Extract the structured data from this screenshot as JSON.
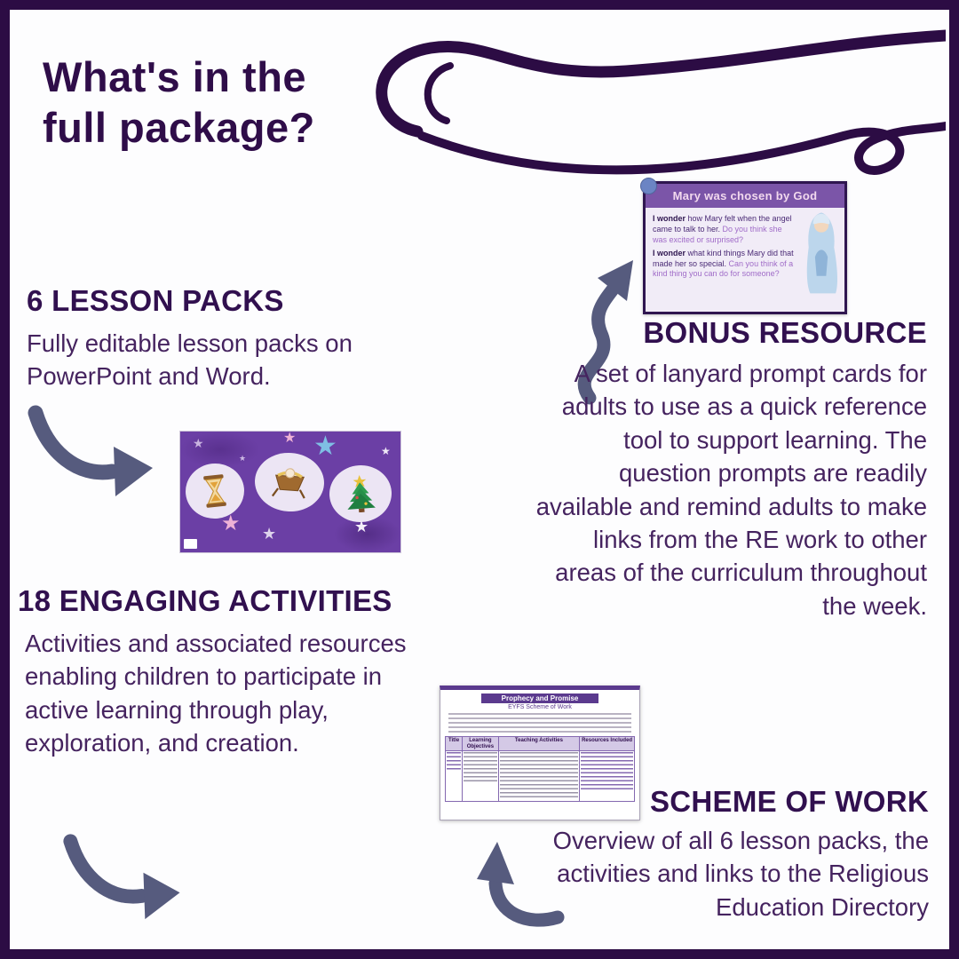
{
  "page": {
    "title_line1": "What's in the",
    "title_line2": "full package?"
  },
  "sections": {
    "lesson_packs": {
      "heading": "6 LESSON PACKS",
      "body": "Fully editable lesson packs on PowerPoint and Word."
    },
    "activities": {
      "heading": "18 ENGAGING ACTIVITIES",
      "body": "Activities and associated resources enabling children to participate in active learning through play, exploration, and creation."
    },
    "bonus": {
      "heading": "BONUS RESOURCE",
      "body": "A set of lanyard prompt cards for adults to use as a quick reference tool to support learning. The question prompts are readily available and remind adults to make links from the RE work to other areas of the curriculum throughout the week."
    },
    "scheme": {
      "heading": "SCHEME OF WORK",
      "body": "Overview of all 6 lesson packs, the activities and links to the Religious Education Directory"
    }
  },
  "lanyard_card": {
    "title": "Mary was chosen by God",
    "p1_bold": "I wonder",
    "p1_text": " how Mary felt when the angel came to talk to her. ",
    "p1_highlight": "Do you think she was excited or surprised?",
    "p2_bold": "I wonder",
    "p2_text": " what kind things Mary did that made her so special. ",
    "p2_highlight": "Can you think of a kind thing you can do for someone?"
  },
  "scheme_doc": {
    "title": "Prophecy and Promise",
    "subtitle": "EYFS Scheme of Work",
    "table_headers": [
      "Title",
      "Learning Objectives",
      "Teaching Activities",
      "Resources Included"
    ]
  },
  "icons": {
    "star": "★",
    "hourglass": "hourglass-icon",
    "manger": "manger-icon",
    "tree": "christmas-tree-icon"
  },
  "colors": {
    "heading": "#31104f",
    "body_text": "#45235f",
    "arrow": "#565b7e",
    "frame": "#2c0c44",
    "card_purple": "#7b55a8",
    "highlight_purple": "#a06cc8",
    "thumb_purple": "#6b3fa5",
    "doc_purple": "#5b3a8e"
  }
}
